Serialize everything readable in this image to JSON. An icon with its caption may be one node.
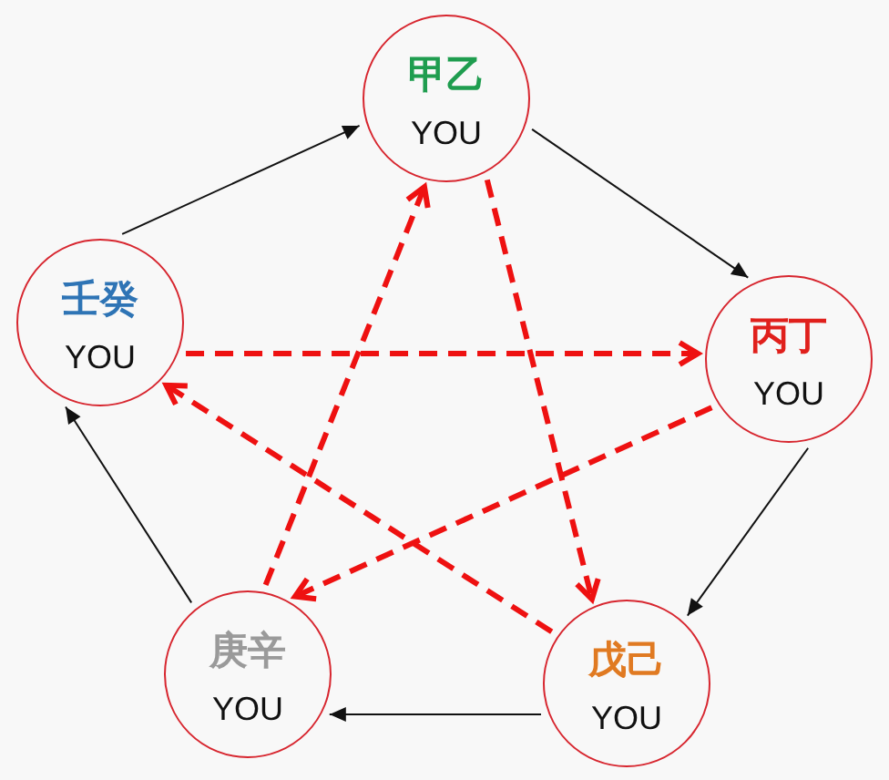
{
  "diagram": {
    "nodes": [
      {
        "text": [
          "甲乙",
          "YOU"
        ]
      },
      {
        "text": [
          "壬癸",
          "YOU"
        ]
      },
      {
        "text": [
          "丙丁",
          "YOU"
        ]
      },
      {
        "text": [
          "庚辛",
          "YOU"
        ]
      },
      {
        "text": [
          "戊己",
          "YOU"
        ]
      }
    ],
    "edges": [
      {
        "from": 0,
        "to": 2,
        "arrow": "to"
      },
      {
        "from": 2,
        "to": 4,
        "arrow": "to"
      },
      {
        "from": 4,
        "to": 3,
        "arrow": "to"
      },
      {
        "from": 3,
        "to": 1,
        "arrow": "to"
      },
      {
        "from": 1,
        "to": 0,
        "arrow": "to"
      },
      {
        "from": 0,
        "to": 4,
        "arrow": "to",
        "style": "dashed",
        "color": "#ee1111"
      },
      {
        "from": 4,
        "to": 1,
        "arrow": "to",
        "style": "dashed",
        "color": "#ee1111"
      },
      {
        "from": 1,
        "to": 2,
        "arrow": "to",
        "style": "dashed",
        "color": "#ee1111"
      },
      {
        "from": 2,
        "to": 3,
        "arrow": "to",
        "style": "dashed",
        "color": "#ee1111"
      },
      {
        "from": 3,
        "to": 0,
        "arrow": "to",
        "style": "dashed",
        "color": "#ee1111"
      }
    ]
  }
}
